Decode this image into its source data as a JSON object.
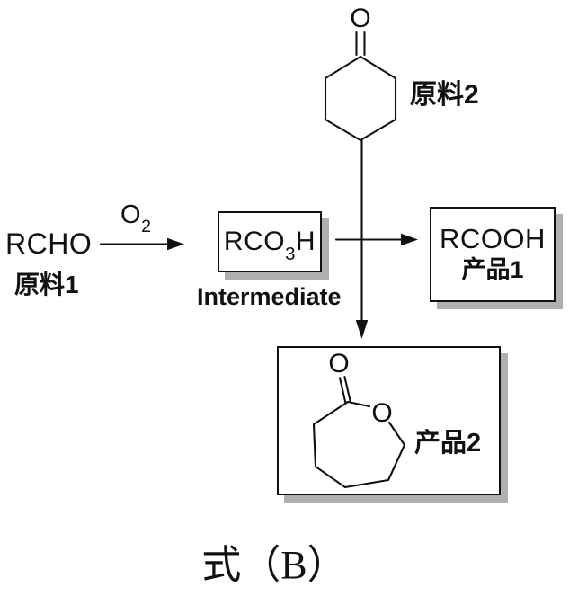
{
  "colors": {
    "ink": "#111111",
    "box_shadow": "#b0b0b0",
    "background": "#ffffff"
  },
  "scheme": {
    "reactant1": {
      "formula": "RCHO",
      "label": "原料1"
    },
    "oxidant": {
      "base": "O",
      "sub": "2"
    },
    "intermediate": {
      "formula_pre": "RCO",
      "formula_sub": "3",
      "formula_post": "H",
      "caption": "Intermediate"
    },
    "product1": {
      "formula": "RCOOH",
      "label": "产品1"
    },
    "reactant2": {
      "label": "原料2",
      "carbonyl_atom": "O"
    },
    "product2": {
      "label": "产品2",
      "carbonyl_atom": "O",
      "ring_atom": "O"
    },
    "equation_caption": "式（B）"
  }
}
